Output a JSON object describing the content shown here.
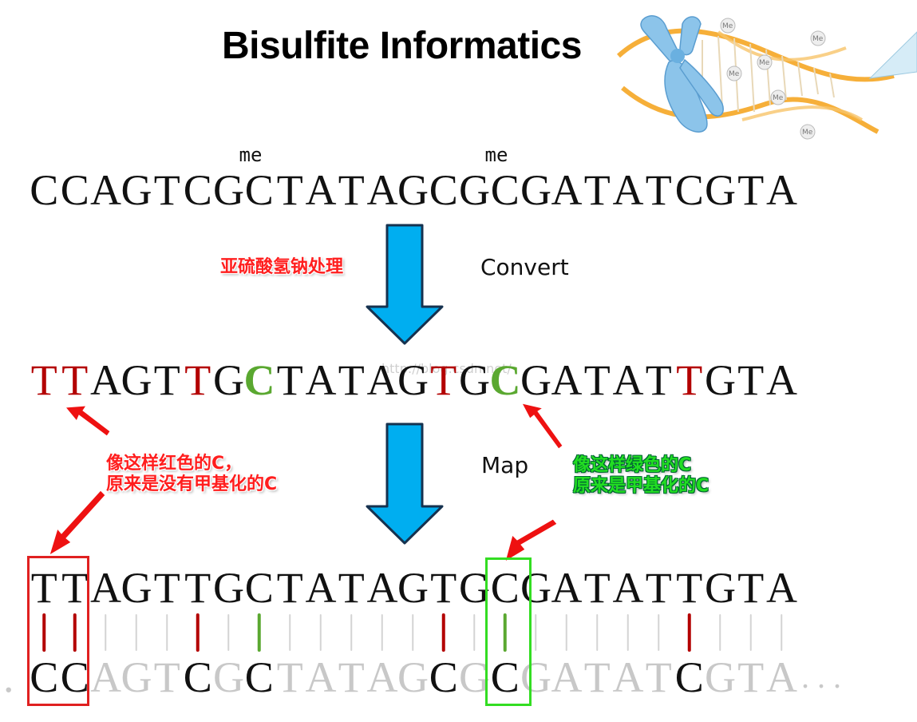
{
  "title": "Bisulfite Informatics",
  "methyl_label": "me",
  "original_sequence": [
    "C",
    "C",
    "A",
    "G",
    "T",
    "C",
    "G",
    "C",
    "T",
    "A",
    "T",
    "A",
    "G",
    "C",
    "G",
    "C",
    "G",
    "A",
    "T",
    "A",
    "T",
    "C",
    "G",
    "T",
    "A"
  ],
  "methylated_positions": [
    7,
    15
  ],
  "converted_sequence": [
    "T",
    "T",
    "A",
    "G",
    "T",
    "T",
    "G",
    "C",
    "T",
    "A",
    "T",
    "A",
    "G",
    "T",
    "G",
    "C",
    "G",
    "A",
    "T",
    "A",
    "T",
    "T",
    "G",
    "T",
    "A"
  ],
  "converted_colors": {
    "red": [
      0,
      1,
      5,
      13,
      21
    ],
    "green": [
      7,
      15
    ]
  },
  "mapped_read": "TTAGTTGCTATAGTGCGATATTGTA",
  "reference_sequence": [
    "C",
    "C",
    "A",
    "G",
    "T",
    "C",
    "G",
    "C",
    "T",
    "A",
    "T",
    "A",
    "G",
    "C",
    "G",
    "C",
    "G",
    "A",
    "T",
    "A",
    "T",
    "C",
    "G",
    "T",
    "A"
  ],
  "reference_dark_positions": [
    0,
    1,
    5,
    7,
    13,
    15,
    21
  ],
  "reference_prefix": ".",
  "reference_suffix": ". . .",
  "steps": {
    "convert_label": "Convert",
    "convert_cn": "亚硫酸氢钠处理",
    "map_label": "Map"
  },
  "annotations": {
    "red_note": "像这样红色的C，\n原来是没有甲基化的C",
    "green_note": "像这样绿色的C\n原来是甲基化的C"
  },
  "watermark": "http://blog.csdn.net/",
  "colors": {
    "red": "#b30000",
    "green": "#5aa830",
    "arrow_blue": "#00aef0",
    "arrow_outline": "#16324f",
    "box_red": "#e02020",
    "box_green": "#33dd22",
    "pointer_red": "#ee1111",
    "faded": "#c8c8c8"
  },
  "decor": {
    "methyl_tag": "Me"
  }
}
